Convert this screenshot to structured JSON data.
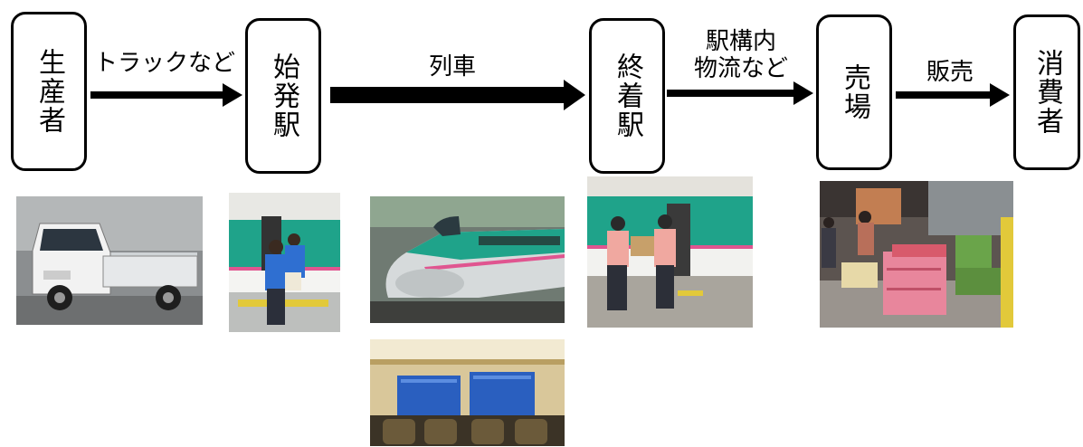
{
  "nodes": {
    "producer": "生産者",
    "origin_station": "始発駅",
    "terminal_station": "終着駅",
    "sales_floor": "売場",
    "consumer": "消費者"
  },
  "edges": {
    "truck": "トラックなど",
    "train": "列車",
    "station_logistics_line1": "駅構内",
    "station_logistics_line2": "物流など",
    "sales": "販売"
  },
  "colors": {
    "shinkansen_green": "#1fa38a",
    "shinkansen_pink": "#e05590",
    "container_blue": "#2a5fbf",
    "crate_pink": "#e8869c"
  }
}
